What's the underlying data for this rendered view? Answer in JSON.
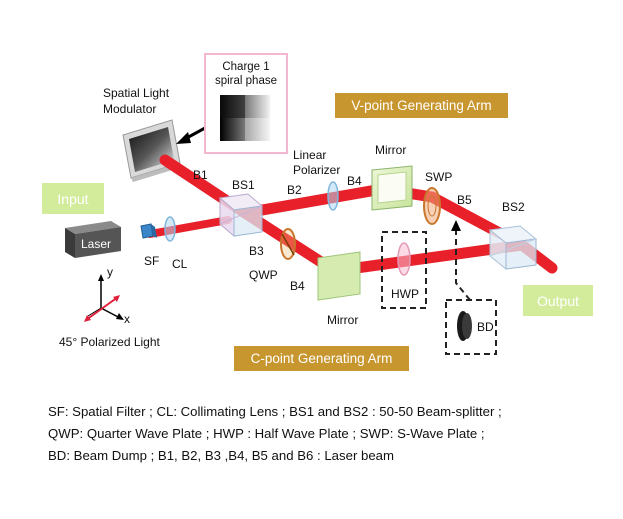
{
  "inset": {
    "line1": "Charge 1",
    "line2": "spiral phase"
  },
  "labels": {
    "slm_line1": "Spatial Light",
    "slm_line2": "Modulator",
    "b1": "B1",
    "bs1": "BS1",
    "b2": "B2",
    "linpol_line1": "Linear",
    "linpol_line2": "Polarizer",
    "b4_top": "B4",
    "mirror_top": "Mirror",
    "swp": "SWP",
    "b5": "B5",
    "bs2": "BS2",
    "input": "Input",
    "laser": "Laser",
    "sf": "SF",
    "cl": "CL",
    "b3": "B3",
    "qwp": "QWP",
    "b4_bottom": "B4",
    "hwp": "HWP",
    "mirror_bottom": "Mirror",
    "output": "Output",
    "bd": "BD",
    "axis_y": "y",
    "axis_x": "x",
    "polarized_light": "45° Polarized Light"
  },
  "banners": {
    "v_arm": "V-point Generating Arm",
    "c_arm": "C-point Generating Arm"
  },
  "legend": {
    "line1": "SF: Spatial Filter ; CL: Collimating Lens ; BS1 and BS2 : 50-50 Beam-splitter ;",
    "line2": "QWP: Quarter Wave Plate ; HWP : Half Wave Plate ; SWP: S-Wave Plate ;",
    "line3": "BD: Beam Dump ;  B1, B2, B3 ,B4, B5 and B6 : Laser beam"
  },
  "colors": {
    "beam": "#e8202a",
    "banner": "#c8962e",
    "green_box": "#d2ec9c",
    "inset_border": "#f3b8cf"
  }
}
